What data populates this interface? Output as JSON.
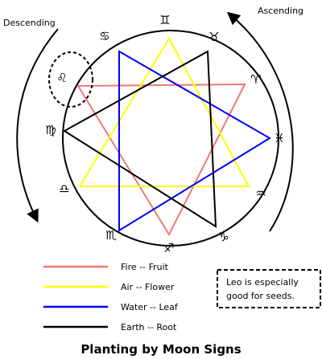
{
  "directions": {
    "descending": "Descending",
    "ascending": "Ascending"
  },
  "signs": [
    {
      "symbol": "♊",
      "name": "gemini"
    },
    {
      "symbol": "♉",
      "name": "taurus"
    },
    {
      "symbol": "♈",
      "name": "aries"
    },
    {
      "symbol": "♓",
      "name": "pisces"
    },
    {
      "symbol": "♒",
      "name": "aquarius"
    },
    {
      "symbol": "♑",
      "name": "capricorn"
    },
    {
      "symbol": "♐",
      "name": "sagittarius"
    },
    {
      "symbol": "♏",
      "name": "scorpio"
    },
    {
      "symbol": "♎",
      "name": "libra"
    },
    {
      "symbol": "♍",
      "name": "virgo"
    },
    {
      "symbol": "♌",
      "name": "leo"
    },
    {
      "symbol": "♋",
      "name": "cancer"
    }
  ],
  "elements": [
    {
      "key": "fire",
      "label": "Fire -- Fruit",
      "color": "#f07878"
    },
    {
      "key": "air",
      "label": "Air -- Flower",
      "color": "#ffff00"
    },
    {
      "key": "water",
      "label": "Water -- Leaf",
      "color": "#0000ff"
    },
    {
      "key": "earth",
      "label": "Earth -- Root",
      "color": "#000000"
    }
  ],
  "note": {
    "line1": "Leo is especially",
    "line2": "good for seeds."
  },
  "title": "Planting by Moon Signs"
}
